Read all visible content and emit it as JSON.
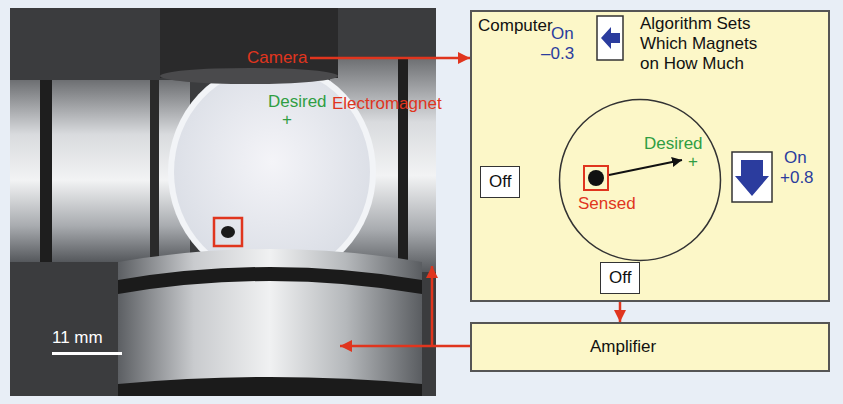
{
  "diagram": {
    "nodes": [
      {
        "text": [
          "Computer",
          "Algorithm Sets Which Magnets on How Much"
        ]
      },
      {
        "text": [
          "Off"
        ],
        "in": 0
      },
      {
        "text": [
          "Desired",
          "+",
          "Sensed"
        ],
        "in": 0
      },
      {
        "text": [
          "Off"
        ],
        "in": 0
      },
      {
        "text": [
          "Amplifier"
        ]
      }
    ],
    "edges": [
      {
        "from": 0,
        "to": 4,
        "arrow": "to"
      }
    ],
    "labels": [
      "Camera",
      "Desired",
      "+",
      "Electromagnet",
      "11 mm",
      "On",
      "–0.3",
      "On",
      "+0.8"
    ]
  }
}
